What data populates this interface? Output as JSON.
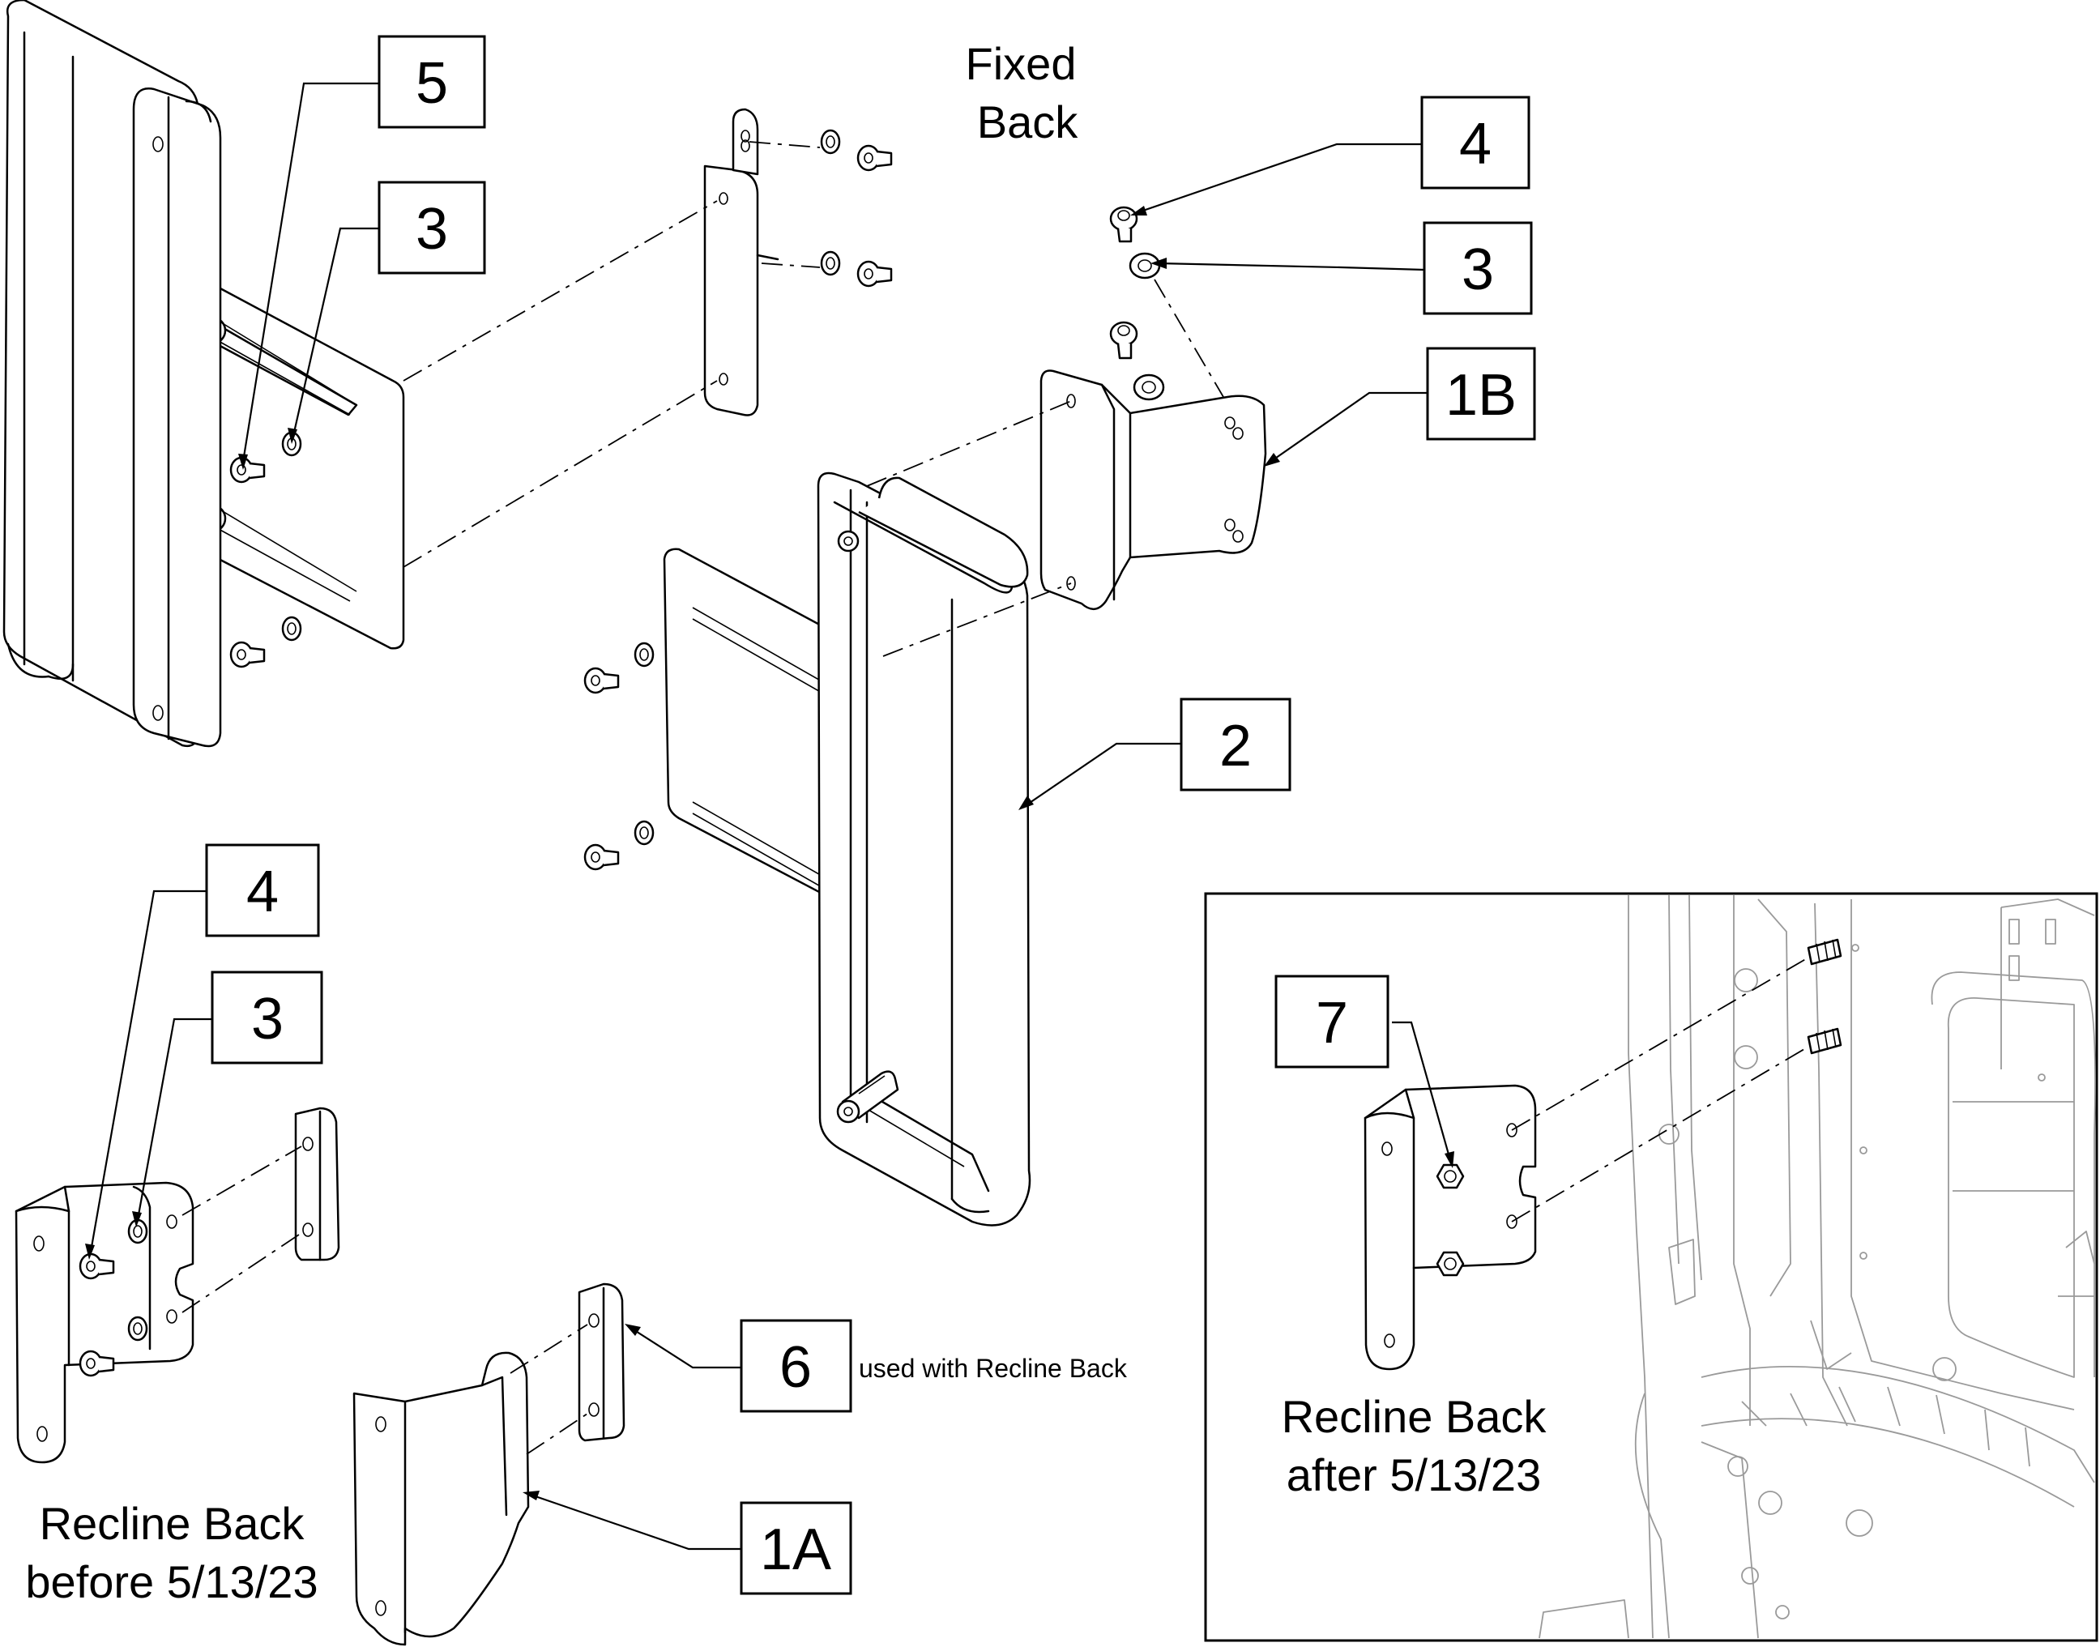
{
  "captions": {
    "fixed_back_line1": "Fixed",
    "fixed_back_line2": "Back",
    "recline_before_line1": "Recline Back",
    "recline_before_line2": "before 5/13/23",
    "recline_after_line1": "Recline Back",
    "recline_after_line2": "after 5/13/23",
    "part6_note": "used with Recline Back"
  },
  "callouts": {
    "c5": "5",
    "c3_top": "3",
    "c4_right": "4",
    "c3_right": "3",
    "c1B": "1B",
    "c2": "2",
    "c4_left": "4",
    "c3_left": "3",
    "c6": "6",
    "c1A": "1A",
    "c7": "7"
  }
}
